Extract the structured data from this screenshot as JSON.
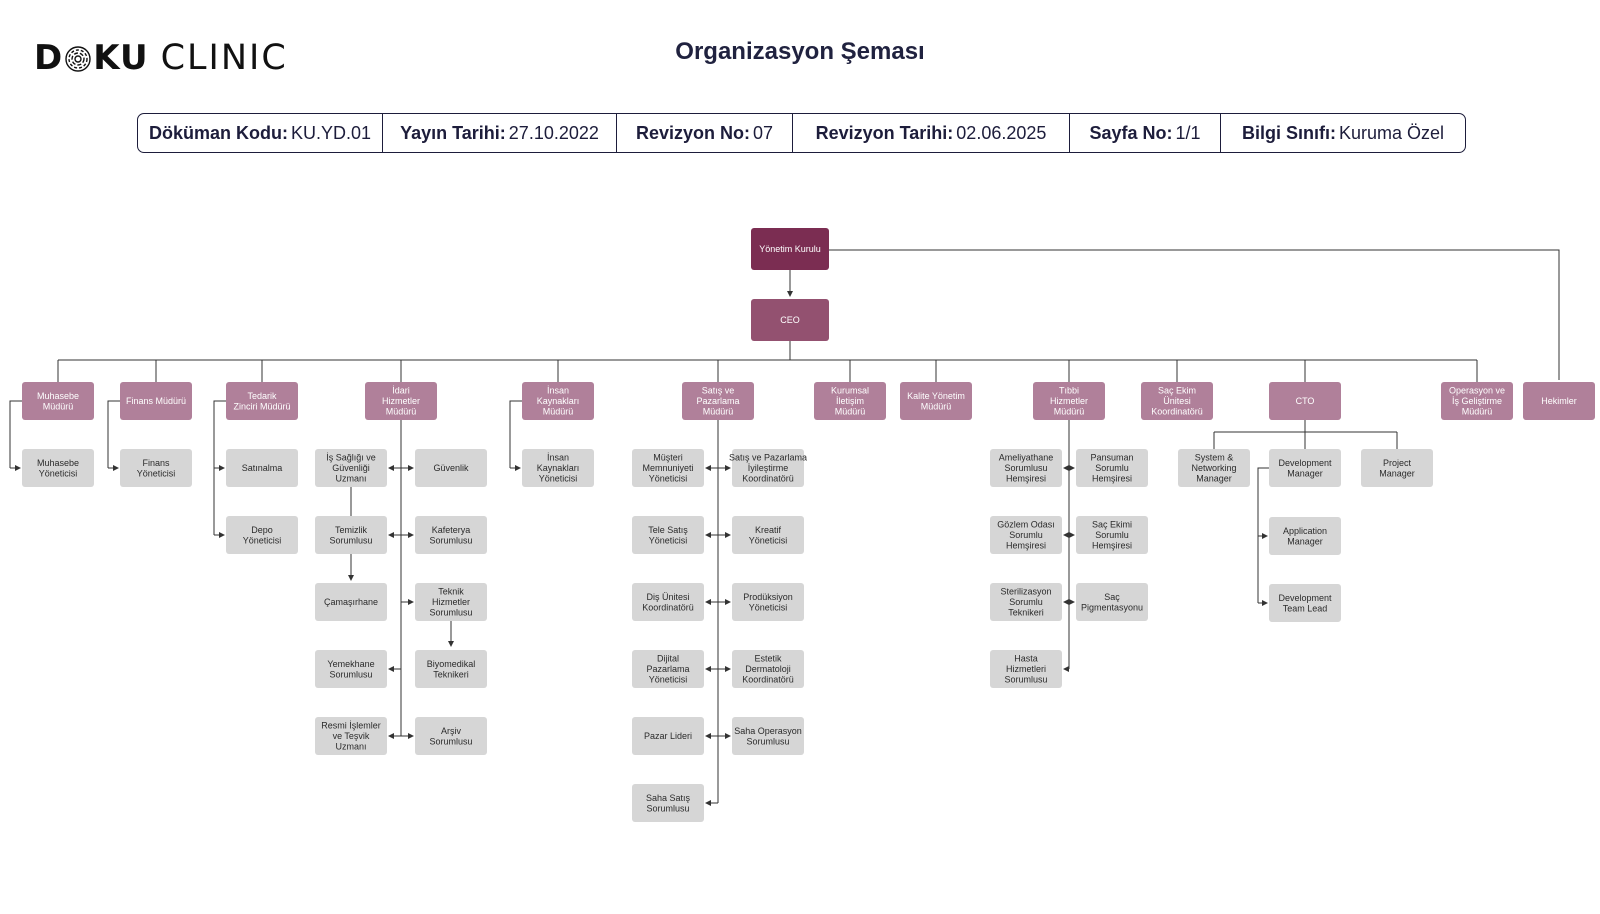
{
  "header": {
    "logo_brand": "DOKU",
    "logo_sub": "CLINIC",
    "title": "Organizasyon Şeması"
  },
  "doc_info": [
    {
      "label": "Döküman Kodu:",
      "value": "KU.YD.01"
    },
    {
      "label": "Yayın Tarihi:",
      "value": "27.10.2022"
    },
    {
      "label": "Revizyon No:",
      "value": "07"
    },
    {
      "label": "Revizyon Tarihi:",
      "value": "02.06.2025"
    },
    {
      "label": "Sayfa No:",
      "value": "1/1"
    },
    {
      "label": "Bilgi Sınıfı:",
      "value": "Kuruma Özel"
    }
  ],
  "colors": {
    "board": "#7b2d52",
    "ceo": "#935170",
    "manager": "#b0809a",
    "staff": "#d6d6d6",
    "line": "#333333",
    "text_dark": "#20223f"
  },
  "org": {
    "board": "Yönetim Kurulu",
    "ceo": "CEO",
    "departments": [
      {
        "name": "Muhasebe Müdürü",
        "children": [
          "Muhasebe Yöneticisi"
        ]
      },
      {
        "name": "Finans Müdürü",
        "children": [
          "Finans Yöneticisi"
        ]
      },
      {
        "name": "Tedarik Zinciri Müdürü",
        "children": [
          "Satınalma",
          "Depo Yöneticisi"
        ]
      },
      {
        "name": "İdari Hizmetler Müdürü",
        "left": [
          "İş Sağlığı ve Güvenliği Uzmanı",
          "Temizlik Sorumlusu",
          "Çamaşırhane",
          "Yemekhane Sorumlusu",
          "Resmi İşlemler ve Teşvik Uzmanı"
        ],
        "right": [
          "Güvenlik",
          "Kafeterya Sorumlusu",
          "Teknik Hizmetler Sorumlusu",
          "Biyomedikal Teknikeri",
          "Arşiv Sorumlusu"
        ]
      },
      {
        "name": "İnsan Kaynakları Müdürü",
        "children": [
          "İnsan Kaynakları Yöneticisi"
        ]
      },
      {
        "name": "Satış ve Pazarlama Müdürü",
        "left": [
          "Müşteri Memnuniyeti Yöneticisi",
          "Tele Satış Yöneticisi",
          "Diş Ünitesi Koordinatörü",
          "Dijital Pazarlama Yöneticisi",
          "Pazar Lideri",
          "Saha Satış Sorumlusu"
        ],
        "right": [
          "Satış ve Pazarlama İyileştirme Koordinatörü",
          "Kreatif Yöneticisi",
          "Prodüksiyon Yöneticisi",
          "Estetik Dermatoloji Koordinatörü",
          "Saha Operasyon Sorumlusu"
        ]
      },
      {
        "name": "Kurumsal İletişim Müdürü",
        "children": []
      },
      {
        "name": "Kalite Yönetim Müdürü",
        "children": []
      },
      {
        "name": "Tıbbi Hizmetler Müdürü",
        "left": [
          "Ameliyathane Sorumlusu Hemşiresi",
          "Gözlem Odası Sorumlu Hemşiresi",
          "Sterilizasyon Sorumlu Teknikeri",
          "Hasta Hizmetleri Sorumlusu"
        ],
        "right": [
          "Pansuman Sorumlu Hemşiresi",
          "Saç Ekimi Sorumlu Hemşiresi",
          "Saç Pigmentasyonu"
        ]
      },
      {
        "name": "Saç Ekim Ünitesi Koordinatörü",
        "children": []
      },
      {
        "name": "CTO",
        "top": [
          "System & Networking Manager",
          "Development Manager",
          "Project Manager"
        ],
        "sub": [
          "Application Manager",
          "Development Team Lead"
        ]
      },
      {
        "name": "Operasyon ve İş Geliştirme Müdürü",
        "children": []
      }
    ],
    "direct_to_board": "Hekimler"
  }
}
